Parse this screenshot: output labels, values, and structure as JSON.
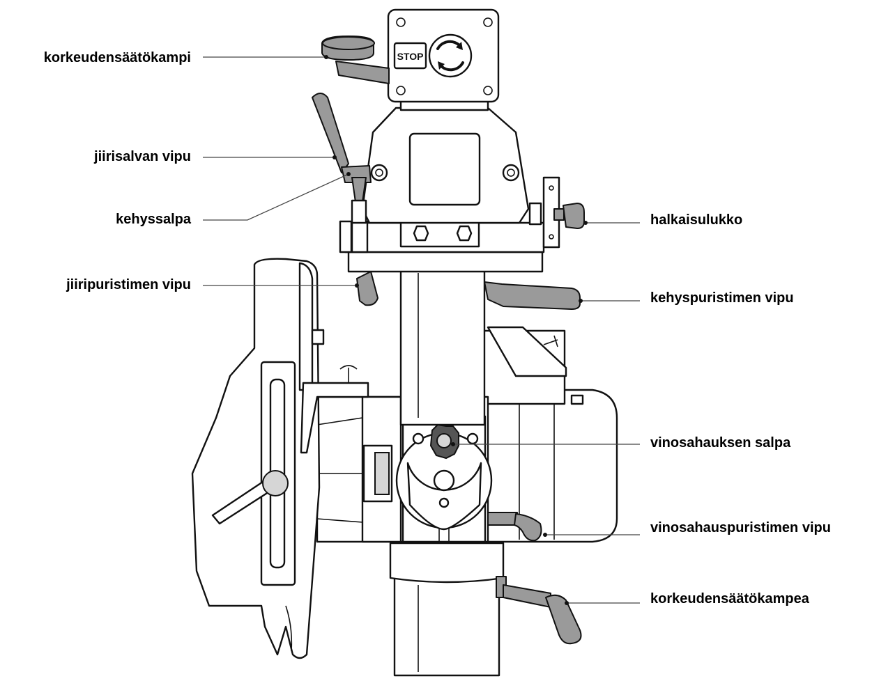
{
  "labels": {
    "korkeudensaatokampi": "korkeudensäätökampi",
    "jiirisalvan_vipu": "jiirisalvan vipu",
    "kehyssalpa": "kehyssalpa",
    "jiiripuristimen_vipu": "jiiripuristimen vipu",
    "halkaisulukko": "halkaisulukko",
    "kehyspuristimen_vipu": "kehyspuristimen vipu",
    "vinosahauksen_salpa": "vinosahauksen salpa",
    "vinosahauspuristimen_vipu": "vinosahauspuristimen vipu",
    "korkeudensaatokampea": "korkeudensäätökampea"
  },
  "switch_box": {
    "stop_text": "STOP"
  },
  "colors": {
    "line": "#111111",
    "part_gray": "#9a9a9a",
    "background": "#ffffff"
  }
}
